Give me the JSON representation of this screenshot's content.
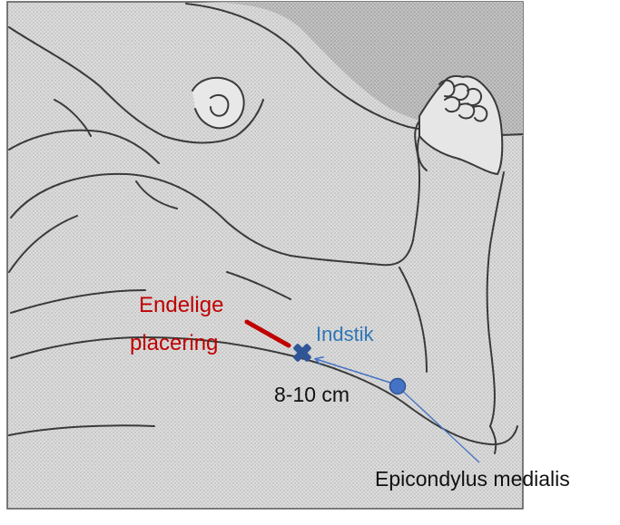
{
  "labels": {
    "final_line1": "Endelige",
    "final_line2": "placering",
    "insertion": "Indstik",
    "distance": "8-10 cm",
    "landmark": "Epicondylus medialis"
  },
  "colors": {
    "final_placement": "#c00000",
    "insertion": "#2e75b6",
    "marker_fill": "#2f5597",
    "landmark_fill": "#4472c4",
    "distance_text": "#111111",
    "illustration_fill": "#d6d6d6",
    "illustration_outline": "#3a3a3a"
  },
  "icons": {
    "insertion_marker": "cross-marker-icon",
    "landmark_marker": "circle-marker-icon"
  }
}
